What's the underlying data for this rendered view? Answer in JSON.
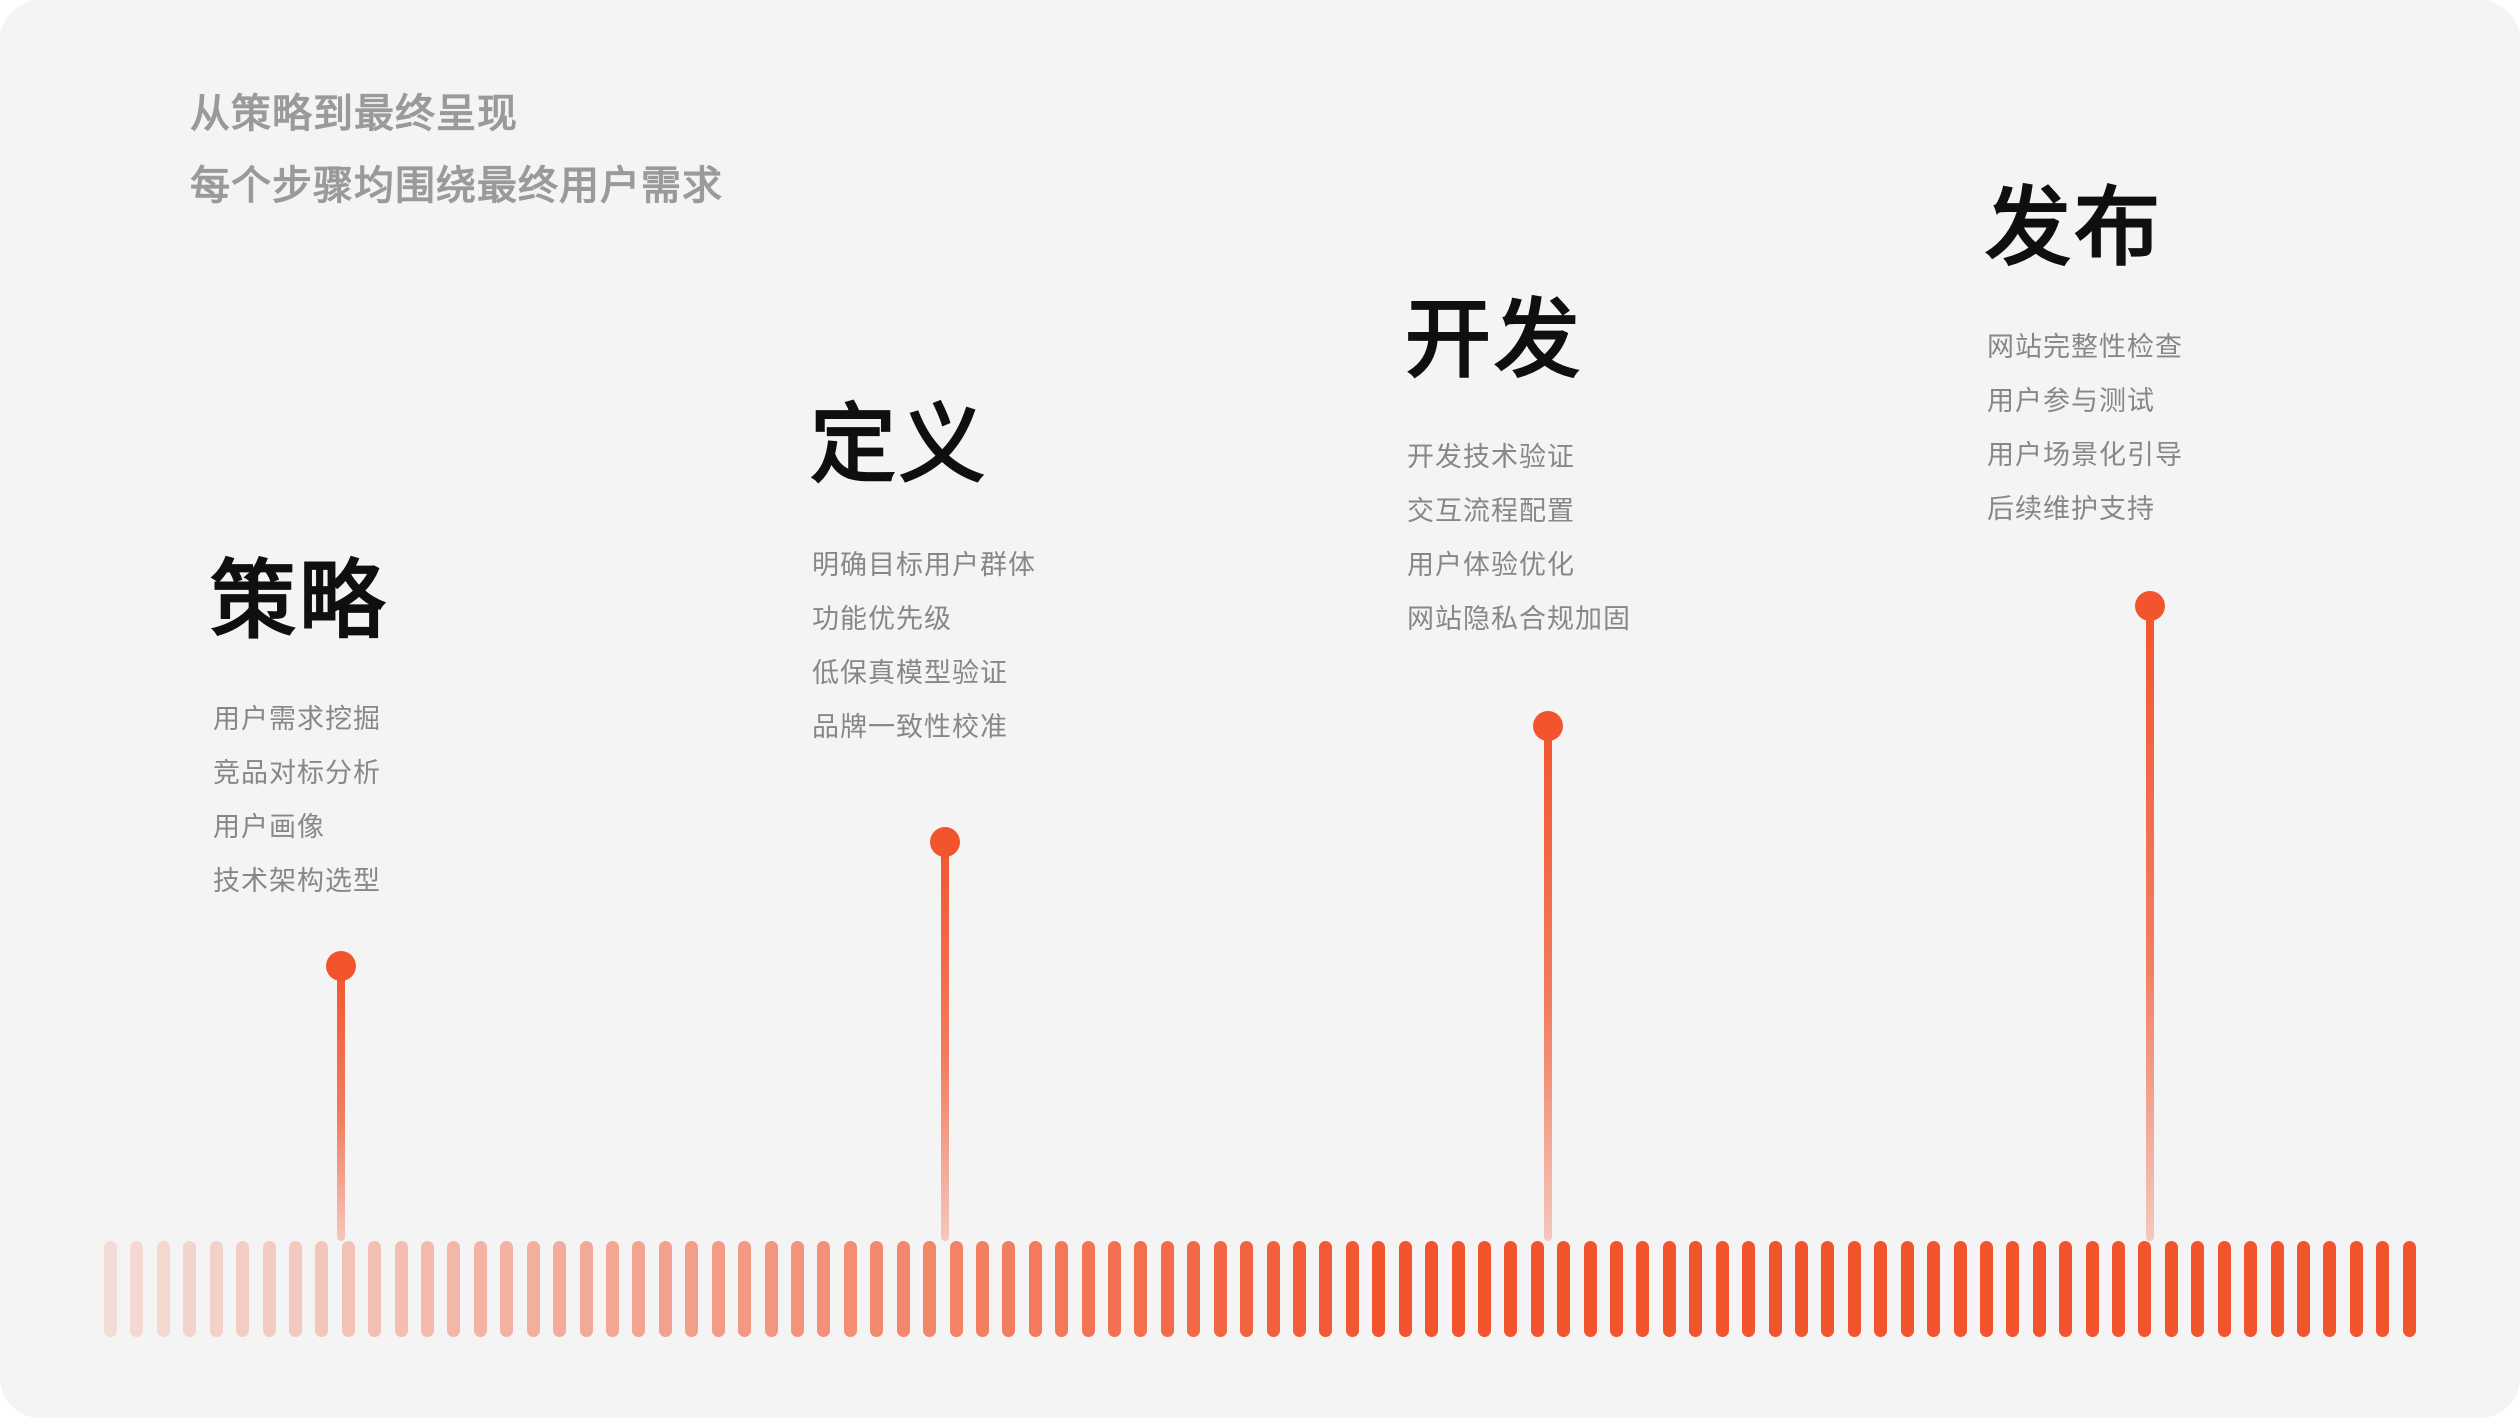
{
  "page": {
    "background": "#F4F4F4",
    "accent": "#F2552E"
  },
  "header": {
    "subtitle_line1": "从策略到最终呈现",
    "subtitle_line2": "每个步骤均围绕最终用户需求"
  },
  "stages": [
    {
      "title": "策略",
      "items": [
        "用户需求挖掘",
        "竞品对标分析",
        "用户画像",
        "技术架构选型"
      ]
    },
    {
      "title": "定义",
      "items": [
        "明确目标用户群体",
        "功能优先级",
        "低保真模型验证",
        "品牌一致性校准"
      ]
    },
    {
      "title": "开发",
      "items": [
        "开发技术验证",
        "交互流程配置",
        "用户体验优化",
        "网站隐私合规加固"
      ]
    },
    {
      "title": "发布",
      "items": [
        "网站完整性检查",
        "用户参与测试",
        "用户场景化引导",
        "后续维护支持"
      ]
    }
  ],
  "timeline": {
    "bar_count": 88,
    "bar_color": "#F2552E"
  }
}
